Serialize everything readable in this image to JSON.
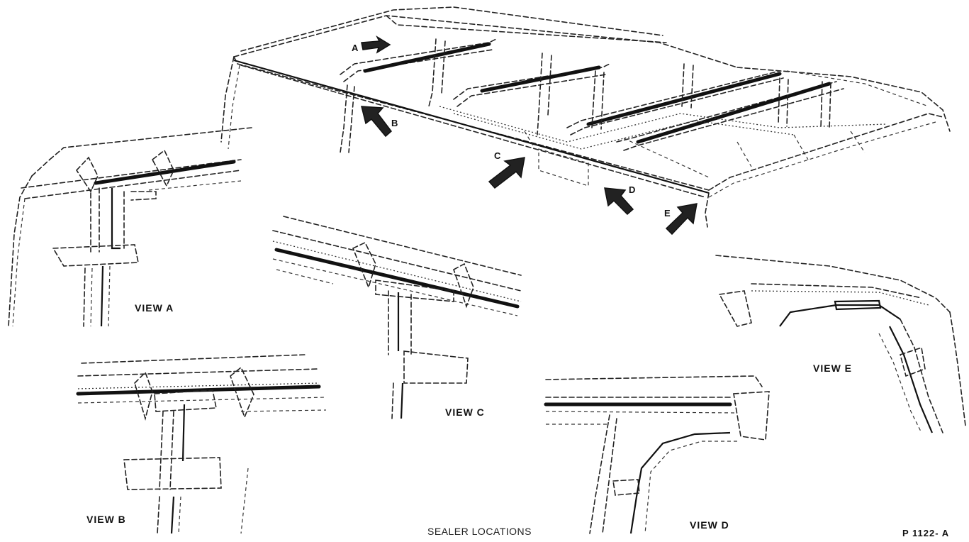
{
  "callouts": {
    "a": "A",
    "b": "B",
    "c": "C",
    "d": "D",
    "e": "E"
  },
  "views": {
    "a": "VIEW A",
    "b": "VIEW B",
    "c": "VIEW C",
    "d": "VIEW D",
    "e": "VIEW E"
  },
  "caption": "SEALER LOCATIONS",
  "figure_number": "P 1122- A"
}
